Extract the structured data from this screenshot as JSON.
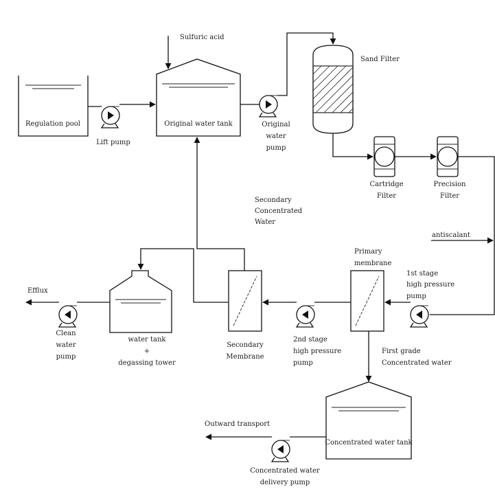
{
  "labels": {
    "sulfuric_acid": "Sulfuric acid",
    "sand_filter": "Sand Filter",
    "regulation_pool": "Regulation pool",
    "original_water_tank": "Original water tank",
    "lift_pump": "Lift pump",
    "original_water_pump": [
      "Original",
      "water",
      "pump"
    ],
    "cartridge_filter": [
      "Cartridge",
      "Filter"
    ],
    "precision_filter": [
      "Precision",
      "Filter"
    ],
    "secondary_concentrated_water": [
      "Secondary",
      "Concentrated",
      "Water"
    ],
    "antiscalant": "antiscalant",
    "primary_membrane": [
      "Primary",
      "membrane"
    ],
    "first_stage_pump": [
      "1st stage",
      "high pressure",
      "pump"
    ],
    "efflux": "Efflux",
    "clean_water_pump": [
      "Clean",
      "water",
      "pump"
    ],
    "water_tank_degassing": [
      "water tank",
      "+",
      "degassing tower"
    ],
    "secondary_membrane": [
      "Secondary",
      "Membrane"
    ],
    "second_stage_pump": [
      "2nd stage",
      "high pressure",
      "pump"
    ],
    "first_grade_concentrated_water": [
      "First grade",
      "Concentrated water"
    ],
    "outward_transport": "Outward transport",
    "concentrated_water_tank": "Concentrated water tank",
    "concentrated_water_delivery_pump": [
      "Concentrated water",
      "delivery pump"
    ]
  }
}
